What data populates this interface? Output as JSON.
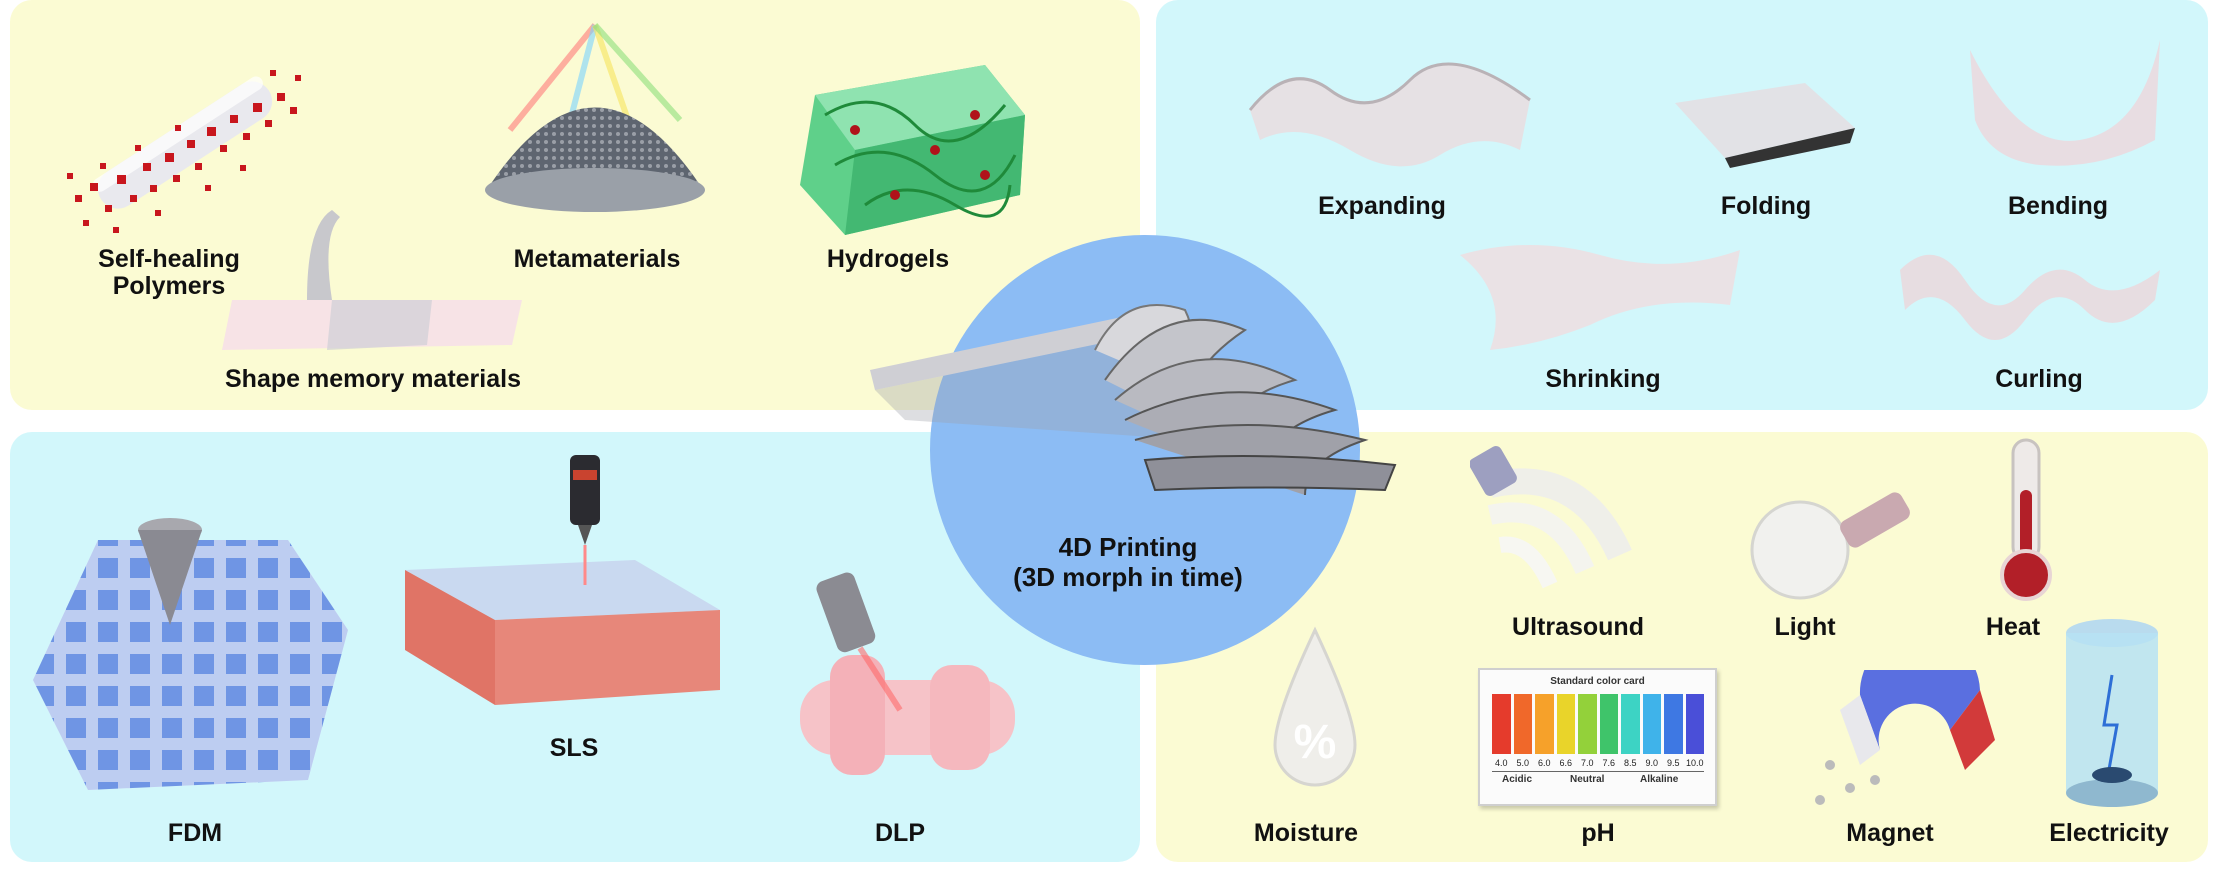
{
  "center": {
    "title_line1": "4D Printing",
    "title_line2": "(3D morph in time)"
  },
  "materials": {
    "self_healing_line1": "Self-healing",
    "self_healing_line2": "Polymers",
    "metamaterials": "Metamaterials",
    "hydrogels": "Hydrogels",
    "shape_memory": "Shape memory materials"
  },
  "morphing": {
    "expanding": "Expanding",
    "folding": "Folding",
    "bending": "Bending",
    "shrinking": "Shrinking",
    "curling": "Curling"
  },
  "technologies": {
    "fdm": "FDM",
    "sls": "SLS",
    "dlp": "DLP"
  },
  "stimuli": {
    "ultrasound": "Ultrasound",
    "light": "Light",
    "heat": "Heat",
    "moisture": "Moisture",
    "ph": "pH",
    "magnet": "Magnet",
    "electricity": "Electricity",
    "moisture_symbol": "%"
  },
  "color_card": {
    "title": "Standard color card",
    "values": [
      "4.0",
      "5.0",
      "6.0",
      "6.6",
      "7.0",
      "7.6",
      "8.5",
      "9.0",
      "9.5",
      "10.0"
    ],
    "acidic": "Acidic",
    "neutral": "Neutral",
    "alkaline": "Alkaline",
    "colors": [
      "#e53b2c",
      "#f0682a",
      "#f6a12a",
      "#e9d42a",
      "#93d13a",
      "#3fc46a",
      "#3dd3c4",
      "#3fb3ea",
      "#3e78e3",
      "#4a4fd8"
    ]
  }
}
